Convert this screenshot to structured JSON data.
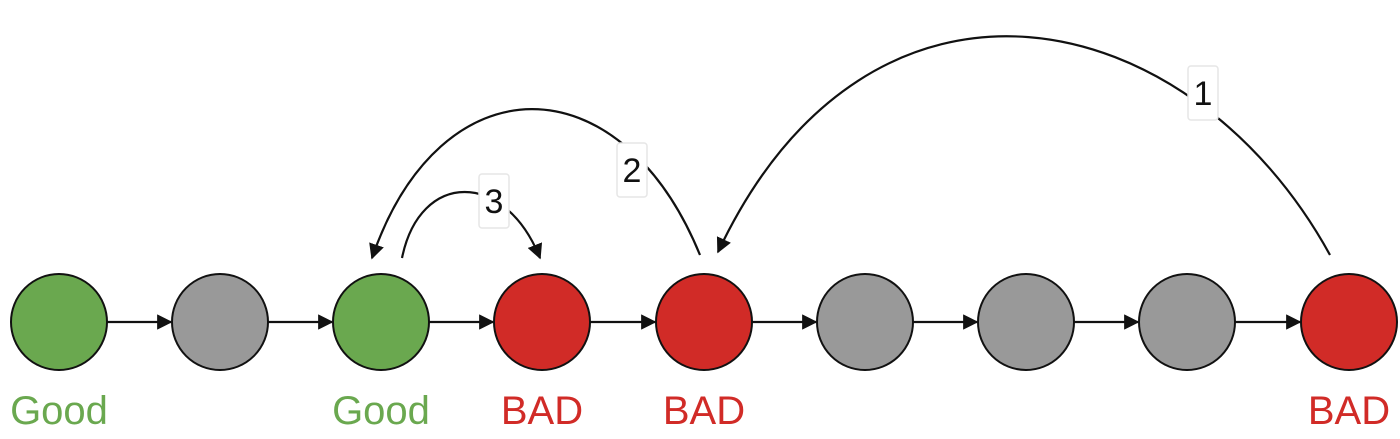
{
  "colors": {
    "good": "#6aa84f",
    "bad": "#d12b27",
    "neutral": "#999999",
    "stroke": "#111111",
    "label_box_border": "#e6e6e6"
  },
  "nodes": [
    {
      "id": "n1",
      "state": "good",
      "label": "Good"
    },
    {
      "id": "n2",
      "state": "neutral",
      "label": ""
    },
    {
      "id": "n3",
      "state": "good",
      "label": "Good"
    },
    {
      "id": "n4",
      "state": "bad",
      "label": "BAD"
    },
    {
      "id": "n5",
      "state": "bad",
      "label": "BAD"
    },
    {
      "id": "n6",
      "state": "neutral",
      "label": ""
    },
    {
      "id": "n7",
      "state": "neutral",
      "label": ""
    },
    {
      "id": "n8",
      "state": "neutral",
      "label": ""
    },
    {
      "id": "n9",
      "state": "bad",
      "label": "BAD"
    }
  ],
  "jumps": [
    {
      "label": "1",
      "from": "n9",
      "to": "n5"
    },
    {
      "label": "2",
      "from": "n5",
      "to": "n3"
    },
    {
      "label": "3",
      "from": "n3",
      "to": "n4"
    }
  ]
}
